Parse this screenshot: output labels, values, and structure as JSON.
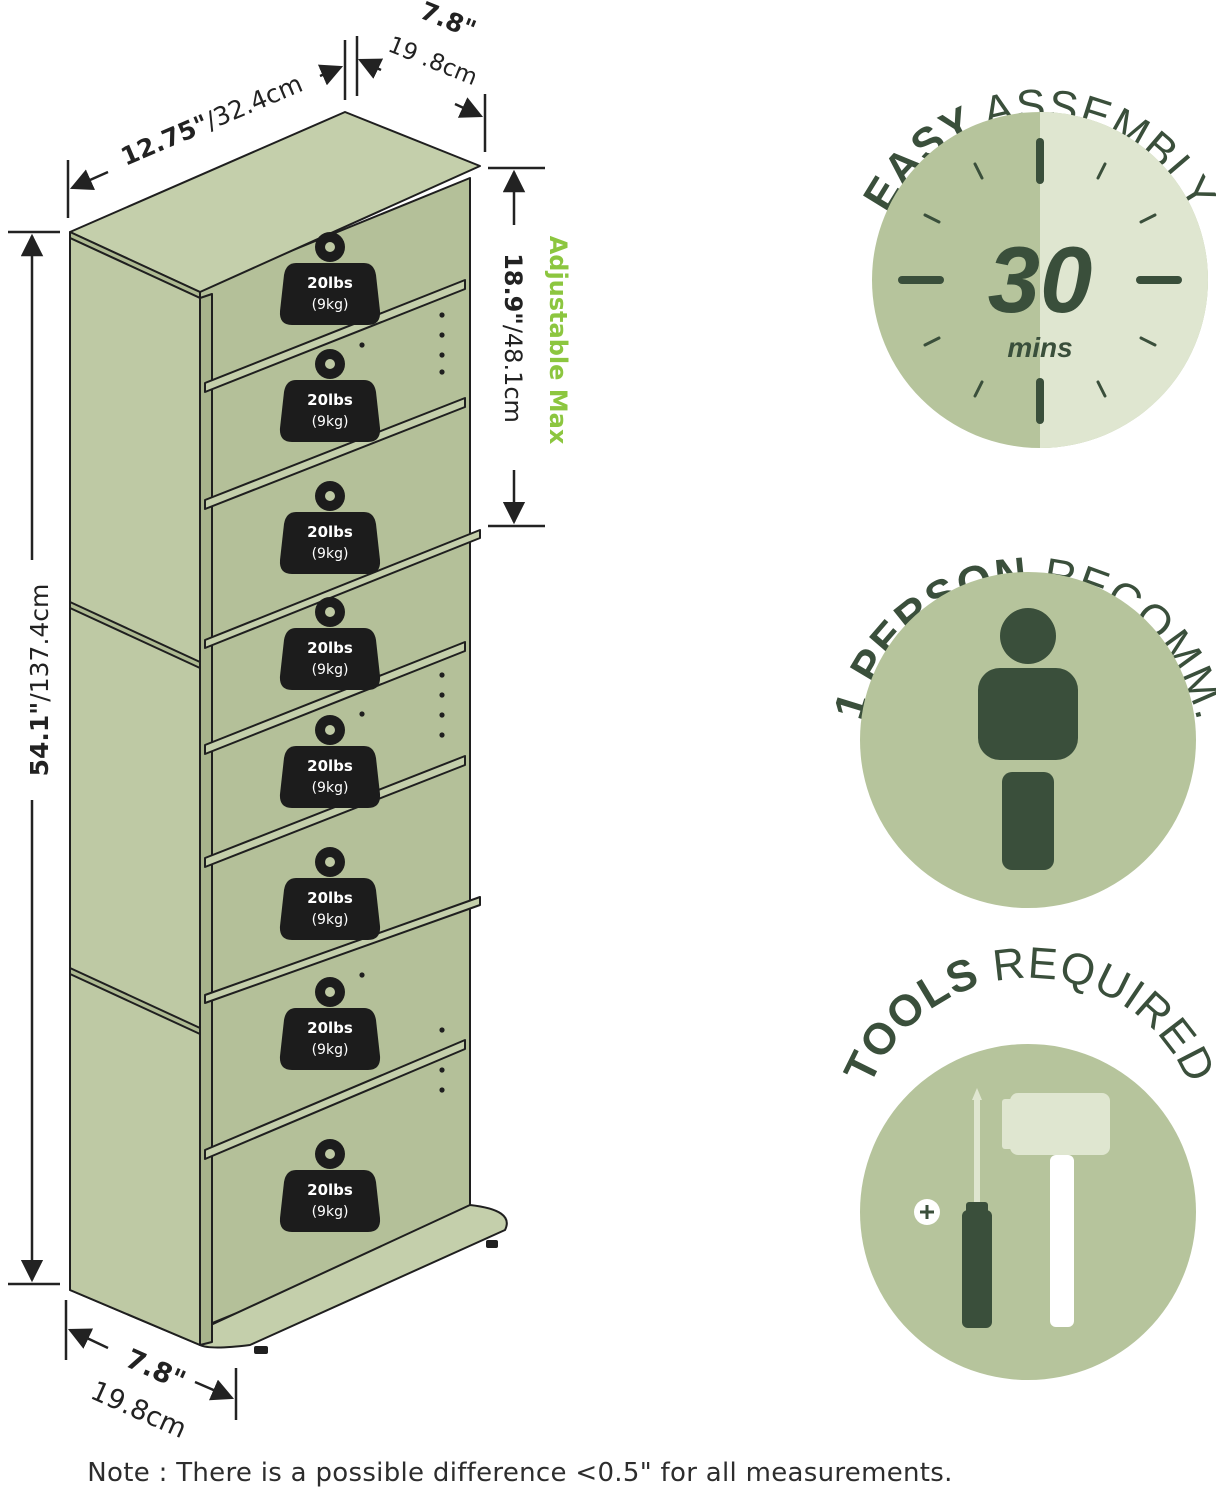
{
  "dimensions": {
    "top_depth": {
      "in": "7.8\"",
      "cm": "19 .8cm"
    },
    "top_width": {
      "in": "12.75\"",
      "cm": "/32.4cm"
    },
    "height": {
      "in": "54.1\"",
      "cm": "/137.4cm"
    },
    "adjustable": {
      "label": "Adjustable Max",
      "in": "18.9\"",
      "cm": "/48.1cm"
    },
    "bottom_depth": {
      "in": "7.8\"",
      "cm": "19.8cm"
    }
  },
  "shelf_weights": [
    {
      "lbs": "20lbs",
      "kg": "(9kg)"
    },
    {
      "lbs": "20lbs",
      "kg": "(9kg)"
    },
    {
      "lbs": "20lbs",
      "kg": "(9kg)"
    },
    {
      "lbs": "20lbs",
      "kg": "(9kg)"
    },
    {
      "lbs": "20lbs",
      "kg": "(9kg)"
    },
    {
      "lbs": "20lbs",
      "kg": "(9kg)"
    },
    {
      "lbs": "20lbs",
      "kg": "(9kg)"
    },
    {
      "lbs": "20lbs",
      "kg": "(9kg)"
    }
  ],
  "badges": {
    "assembly": {
      "bold": "EASY",
      "light": "ASSEMBLY",
      "time": "30",
      "unit": "mins"
    },
    "person": {
      "bold": "1 PERSON",
      "light": "RECOMM."
    },
    "tools": {
      "bold": "TOOLS",
      "light": "REQUIRED"
    }
  },
  "note": "Note : There is a possible difference <0.5\" for all measurements.",
  "colors": {
    "cabinet": "#bec9a4",
    "badge_dark": "#b6c49c",
    "badge_light": "#dfe6d0",
    "icon_dark": "#3a4f3b",
    "accent_green": "#8cc63f",
    "weight": "#1c1c1c"
  }
}
